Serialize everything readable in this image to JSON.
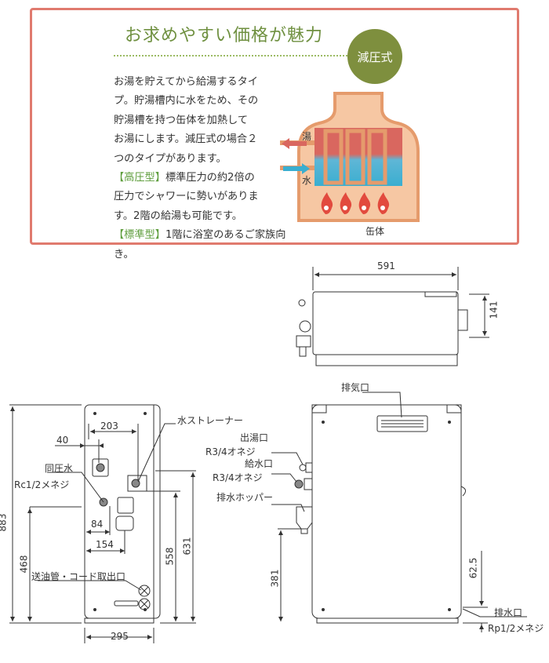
{
  "panel": {
    "title": "お求めやすい価格が魅力",
    "badge": "減圧式",
    "lines": [
      "お湯を貯えてから給湯するタイ",
      "プ。貯湯槽内に水をため、その",
      "貯湯槽を持つ缶体を加熱して",
      "お湯にします。減圧式の場合２",
      "つのタイプがあります。"
    ],
    "high_tag": "【高圧型】",
    "high_line1": "標準圧力の約2倍の",
    "high_line2": "圧力でシャワーに勢いがありま",
    "high_line3": "す。2階の給湯も可能です。",
    "std_tag": "【標準型】",
    "std_line": "1階に浴室のあるご家族向き。",
    "diagram": {
      "hot_label": "湯",
      "water_label": "水",
      "body_label": "缶体",
      "hot_color": "#d9675f",
      "water_color": "#3aaed0",
      "tank_color": "#f6c7a3",
      "outline_color": "#e59b6c"
    }
  },
  "drawings": {
    "top_view": {
      "width_dim": "591",
      "depth_dim": "141"
    },
    "side_view": {
      "dim_203": "203",
      "dim_40": "40",
      "dim_84": "84",
      "dim_154": "154",
      "dim_295": "295",
      "dim_883": "883",
      "dim_468": "468",
      "dim_558": "558",
      "dim_631": "631",
      "label_pressure": "同圧水",
      "label_pressure_thread": "Rc1/2メネジ",
      "label_strainer": "水ストレーナー",
      "label_oil_pipe": "送油管・コード取出口"
    },
    "front_view": {
      "label_exhaust": "排気口",
      "label_hot_outlet": "出湯口",
      "label_hot_thread": "R3/4オネジ",
      "label_water_inlet": "給水口",
      "label_water_thread": "R3/4オネジ",
      "label_drain_hopper": "排水ホッパー",
      "label_drain": "排水口",
      "label_drain_thread": "Rp1/2メネジ",
      "dim_381": "381",
      "dim_62_5": "62.5"
    }
  }
}
